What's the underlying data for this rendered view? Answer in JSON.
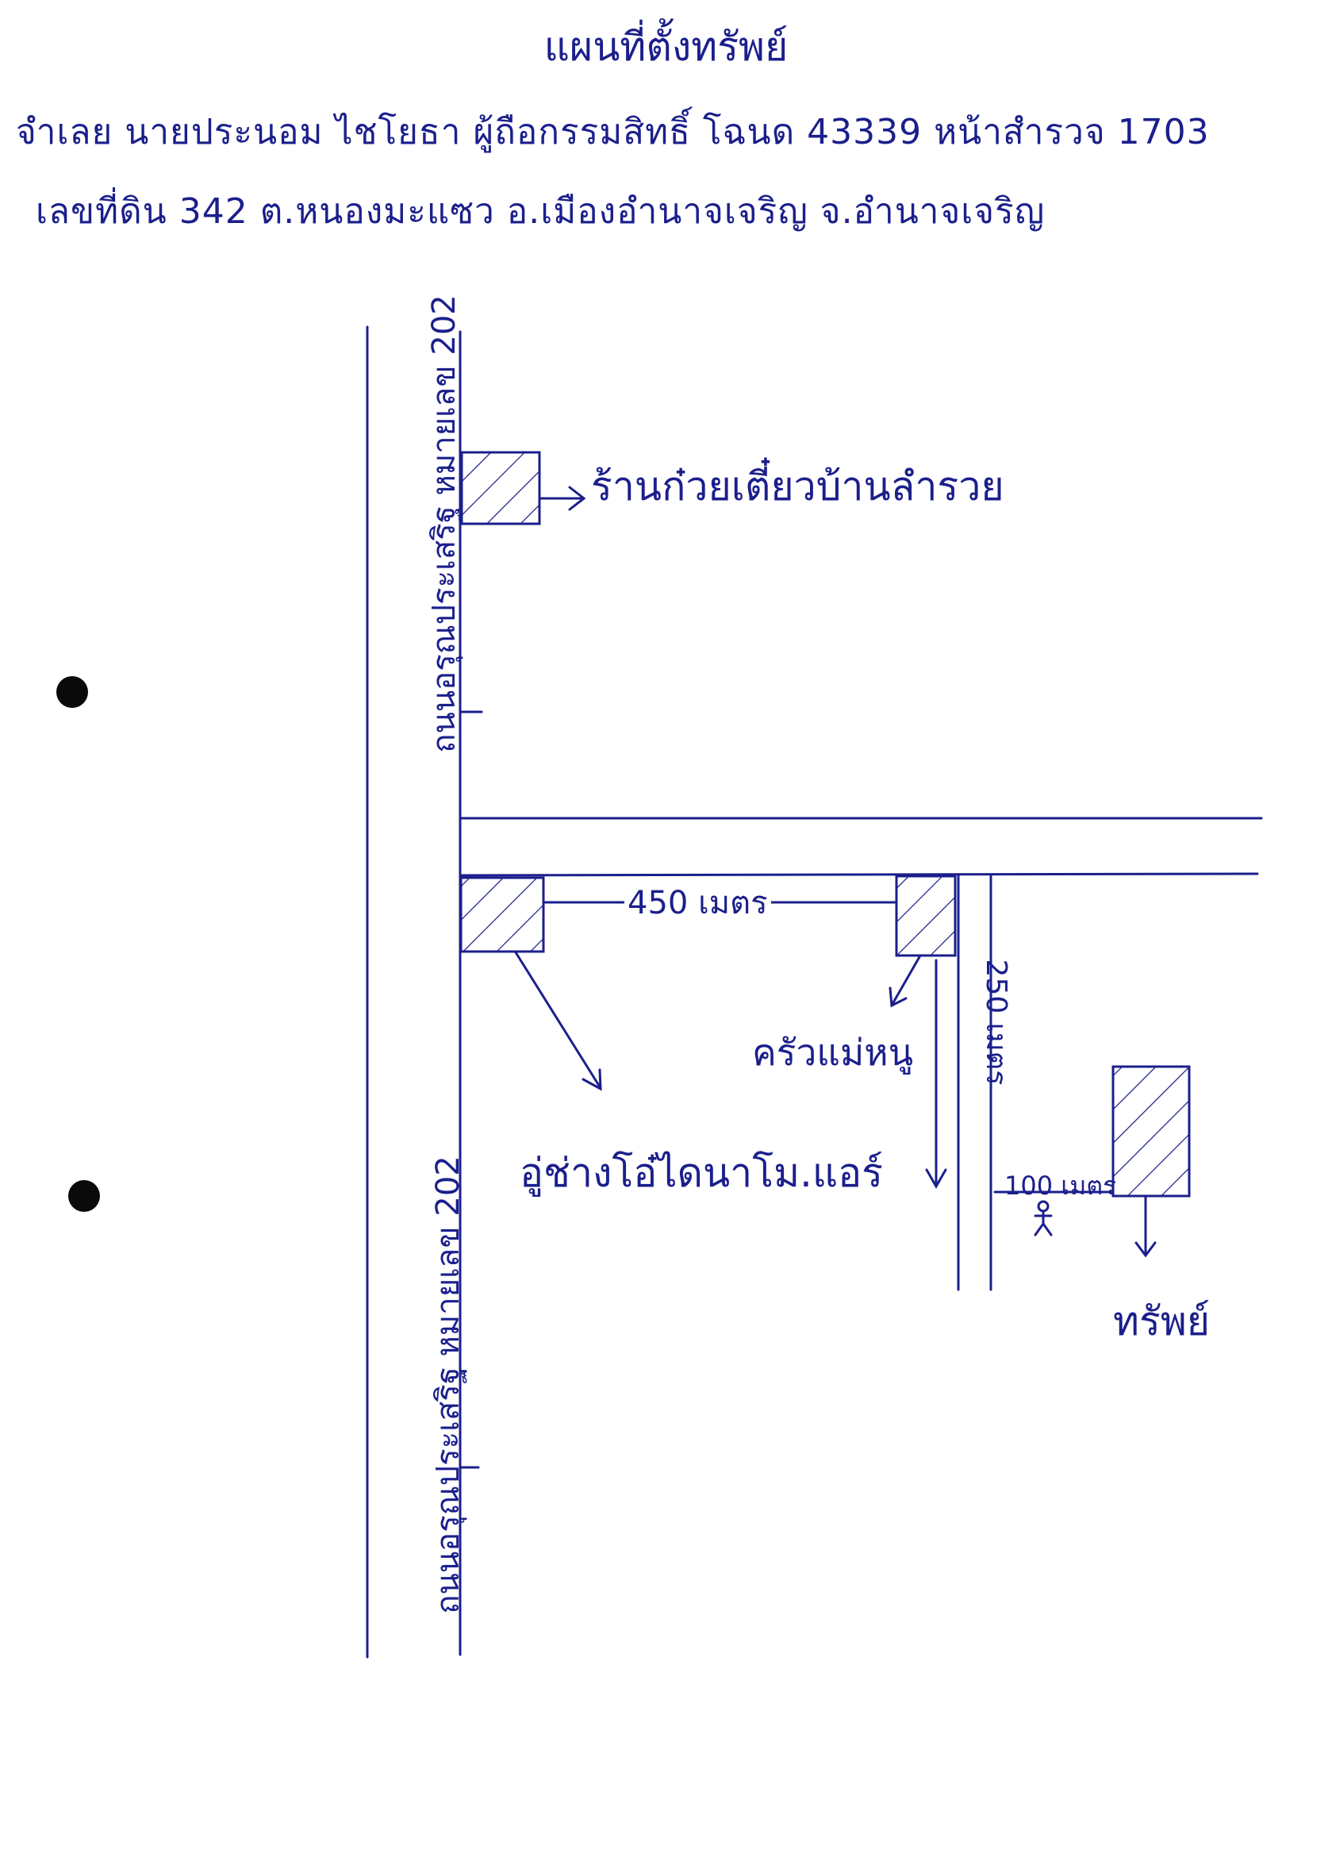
{
  "title": "แผนที่ตั้งทรัพย์",
  "header": {
    "line1": "จำเลย นายประนอม ไชโยธา ผู้ถือกรรมสิทธิ์ โฉนด 43339 หน้าสำรวจ 1703",
    "line2": "เลขที่ดิน 342 ต.หนองมะแซว อ.เมืองอำนาจเจริญ จ.อำนาจเจริญ"
  },
  "roads": {
    "main_top": "ถนนอรุณประเสริฐ หมายเลข 202",
    "main_bottom": "ถนนอรุณประเสริฐ หมายเลข 202"
  },
  "landmarks": {
    "noodle_shop": "ร้านก๋วยเตี๋ยวบ้านลำรวย",
    "kitchen": "ครัวแม่หนู",
    "ac_shop": "อู่ช่างโอ๋ไดนาโม.แอร์",
    "asset": "ทรัพย์"
  },
  "distances": {
    "d450": "450 เมตร",
    "d250": "250 เมตร",
    "d100": "100 เมตร"
  },
  "colors": {
    "ink": "#1b1f8c",
    "paper": "#ffffff",
    "hole": "#0a0a0a"
  }
}
